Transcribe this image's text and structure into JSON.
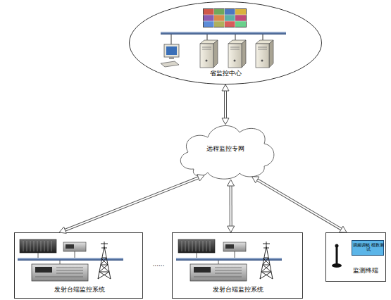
{
  "diagram": {
    "nodes": [
      {
        "text": [
          "省监控中心"
        ]
      },
      {
        "text": [
          "远程监控专网"
        ]
      },
      {
        "text": [
          "发射台端监控系统"
        ]
      },
      {
        "text": [
          "发射台端监控系统"
        ]
      },
      {
        "text": [
          "监测终端"
        ]
      },
      {
        "text": [
          "调频调幅 模数测试"
        ],
        "in": 4
      }
    ],
    "edges": [
      {
        "from": 0,
        "to": 1,
        "arrow": "both"
      },
      {
        "from": 1,
        "to": 2,
        "arrow": "both"
      },
      {
        "from": 1,
        "to": 3,
        "arrow": "both"
      },
      {
        "from": 1,
        "to": 4,
        "arrow": "both"
      }
    ],
    "labels": [
      "......"
    ]
  }
}
